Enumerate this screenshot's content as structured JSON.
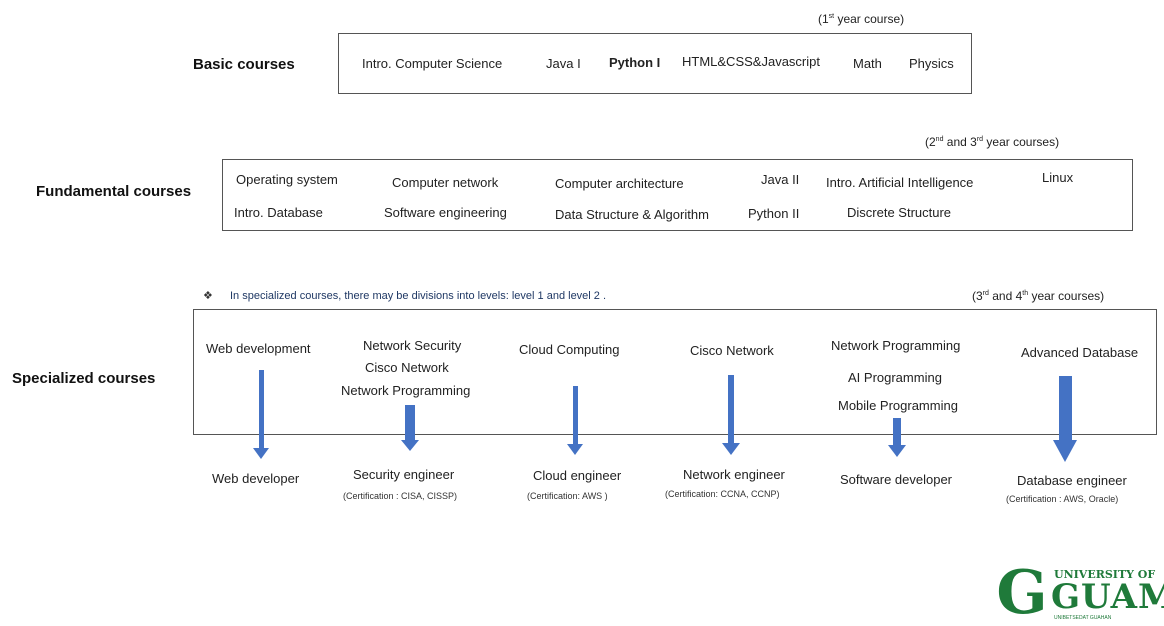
{
  "basic": {
    "label": "Basic courses",
    "year_note": "(1st year course)",
    "courses": [
      "Intro. Computer Science",
      "Java I",
      "Python I",
      "HTML&CSS&Javascript",
      "Math",
      "Physics"
    ]
  },
  "fundamental": {
    "label": "Fundamental courses",
    "year_note": "(2nd and 3rd year courses)",
    "row1": [
      "Operating system",
      "Computer network",
      "Computer architecture",
      "Java II",
      "Intro. Artificial Intelligence",
      "Linux"
    ],
    "row2": [
      "Intro. Database",
      "Software engineering",
      "Data Structure & Algorithm",
      "Python II",
      "Discrete Structure"
    ]
  },
  "specialized": {
    "label": "Specialized courses",
    "note_bullet": "❖",
    "note": "In specialized courses, there may be divisions into levels: level 1 and level 2 .",
    "year_note": "(3rd and 4th year courses)",
    "tracks": [
      {
        "courses": [
          "Web development"
        ],
        "career": "Web developer",
        "cert": ""
      },
      {
        "courses": [
          "Network Security",
          "Cisco Network",
          "Network Programming"
        ],
        "career": "Security engineer",
        "cert": "(Certification : CISA, CISSP)"
      },
      {
        "courses": [
          "Cloud Computing"
        ],
        "career": "Cloud engineer",
        "cert": "(Certification: AWS )"
      },
      {
        "courses": [
          "Cisco Network"
        ],
        "career": "Network engineer",
        "cert": "(Certification: CCNA, CCNP)"
      },
      {
        "courses": [
          "Network Programming",
          "AI Programming",
          "Mobile Programming"
        ],
        "career": "Software developer",
        "cert": ""
      },
      {
        "courses": [
          "Advanced Database"
        ],
        "career": "Database engineer",
        "cert": "(Certification : AWS, Oracle)"
      }
    ]
  },
  "logo": {
    "letter": "G",
    "line1": "UNIVERSITY OF",
    "line2": "GUAM",
    "line3": "UNIBETSEDAT GUAHAN",
    "color": "#1f7a3a"
  },
  "colors": {
    "arrow": "#4472c4",
    "border": "#555555",
    "note": "#1f3864"
  }
}
